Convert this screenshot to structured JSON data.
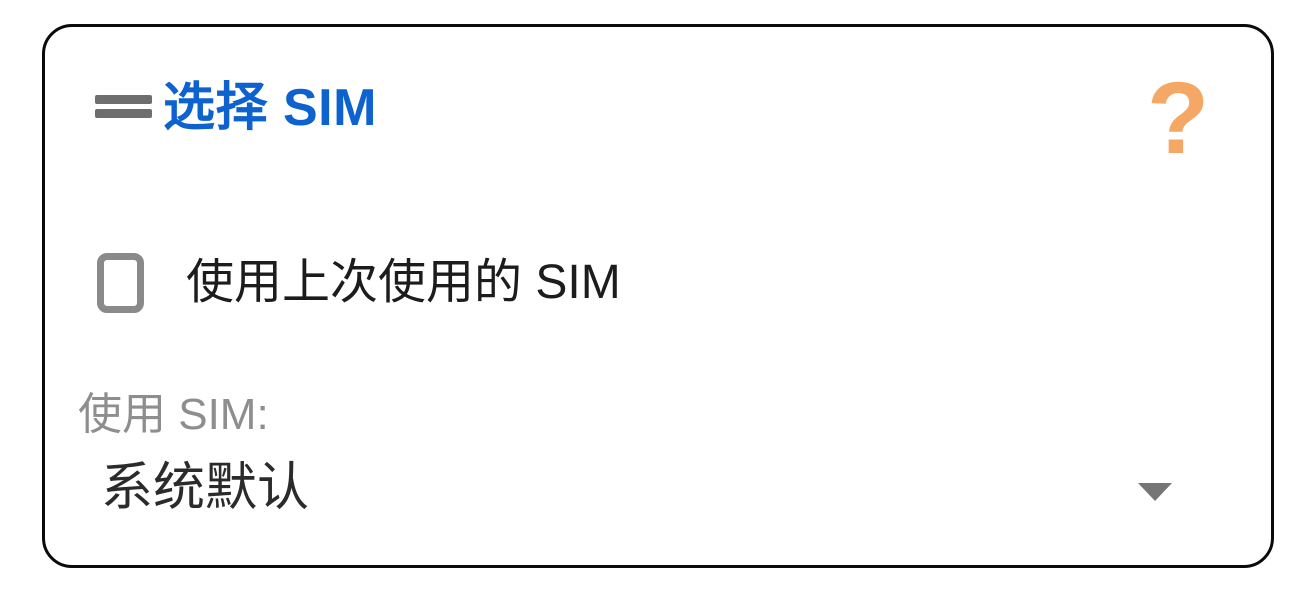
{
  "dialog": {
    "title": "选择 SIM",
    "help_icon_glyph": "?",
    "checkbox": {
      "label": "使用上次使用的 SIM",
      "checked": false
    },
    "spinner": {
      "label": "使用 SIM:",
      "value": "系统默认"
    },
    "colors": {
      "title_blue": "#0d62d0",
      "help_orange": "#f5a865",
      "border_black": "#0a0a0a",
      "drag_handle_gray": "#6e6e6e",
      "checkbox_border_gray": "#8a8a8a",
      "spinner_label_gray": "#8e8e8e",
      "arrow_gray": "#757575",
      "text_dark": "#1c1c1c"
    }
  }
}
